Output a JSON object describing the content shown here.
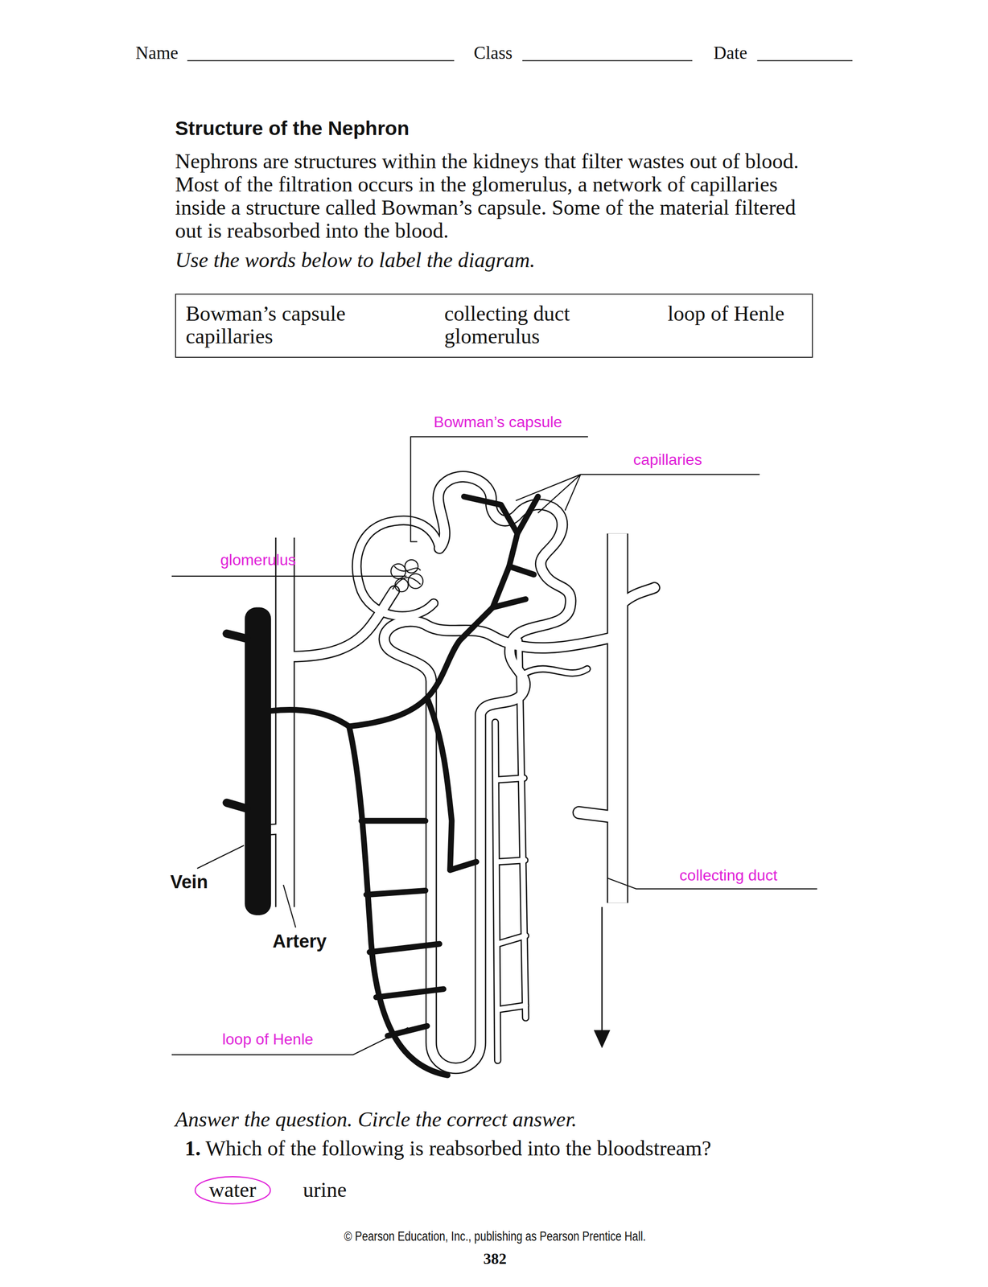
{
  "diagram": {
    "title": "Structure of the Nephron",
    "nodes": [
      {
        "text": [
          "Bowman’s capsule",
          "collecting duct",
          "loop of Henle",
          "capillaries",
          "glomerulus"
        ]
      },
      {
        "text": [
          "water"
        ]
      }
    ],
    "labels": [
      "Name",
      "Class",
      "Date",
      "Nephrons are structures within the kidneys that filter wastes out of blood. Most of the filtration occurs in the glomerulus, a network of capillaries inside a structure called Bowman’s capsule. Some of the material filtered out is reabsorbed into the blood.",
      "Use the words below to label the diagram.",
      "Bowman’s capsule",
      "capillaries",
      "glomerulus",
      "collecting duct",
      "loop of Henle",
      "Vein",
      "Artery",
      "Answer the question. Circle the correct answer.",
      "1.",
      "Which of the following is reabsorbed into the bloodstream?",
      "urine",
      "© Pearson Education, Inc., publishing as Pearson Prentice Hall.",
      "382"
    ]
  }
}
